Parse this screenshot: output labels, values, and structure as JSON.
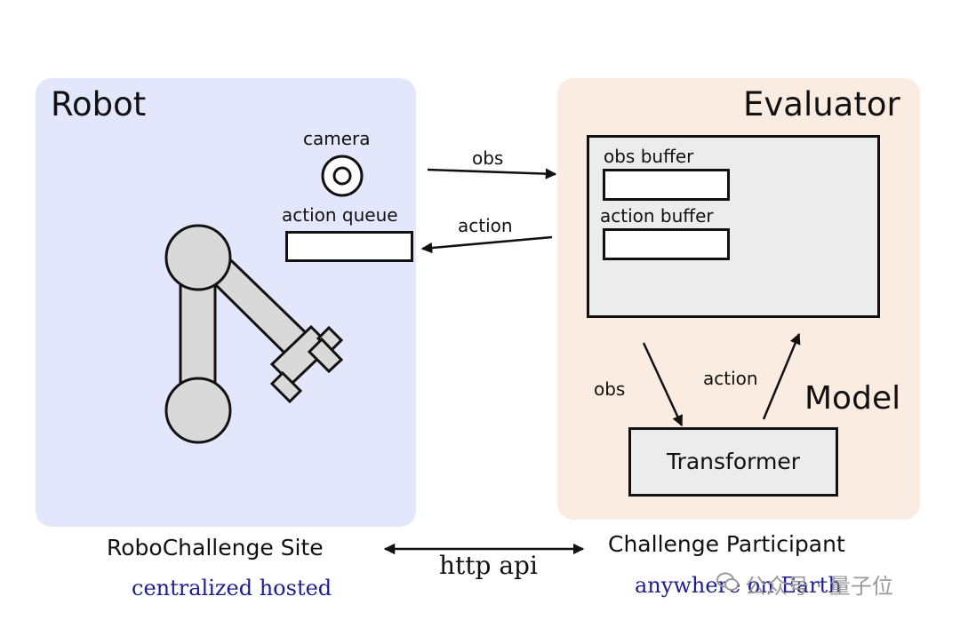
{
  "robot": {
    "title": "Robot",
    "camera_label": "camera",
    "action_queue_label": "action queue",
    "panel_color": "#e2e7fb"
  },
  "evaluator": {
    "title": "Evaluator",
    "obs_buffer_label": "obs buffer",
    "action_buffer_label": "action buffer",
    "panel_color": "#fbece2"
  },
  "model": {
    "title": "Model",
    "transformer_label": "Transformer"
  },
  "arrows": {
    "obs_to_evaluator": "obs",
    "action_to_robot": "action",
    "obs_to_model": "obs",
    "action_from_model": "action"
  },
  "footer": {
    "site_label": "RoboChallenge Site",
    "site_sub": "centralized hosted",
    "participant_label": "Challenge Participant",
    "participant_sub": "anywhere on Earth",
    "http_label": "http api"
  },
  "watermark": {
    "text": "公众号 · 量子位",
    "icon": "wechat-icon"
  }
}
